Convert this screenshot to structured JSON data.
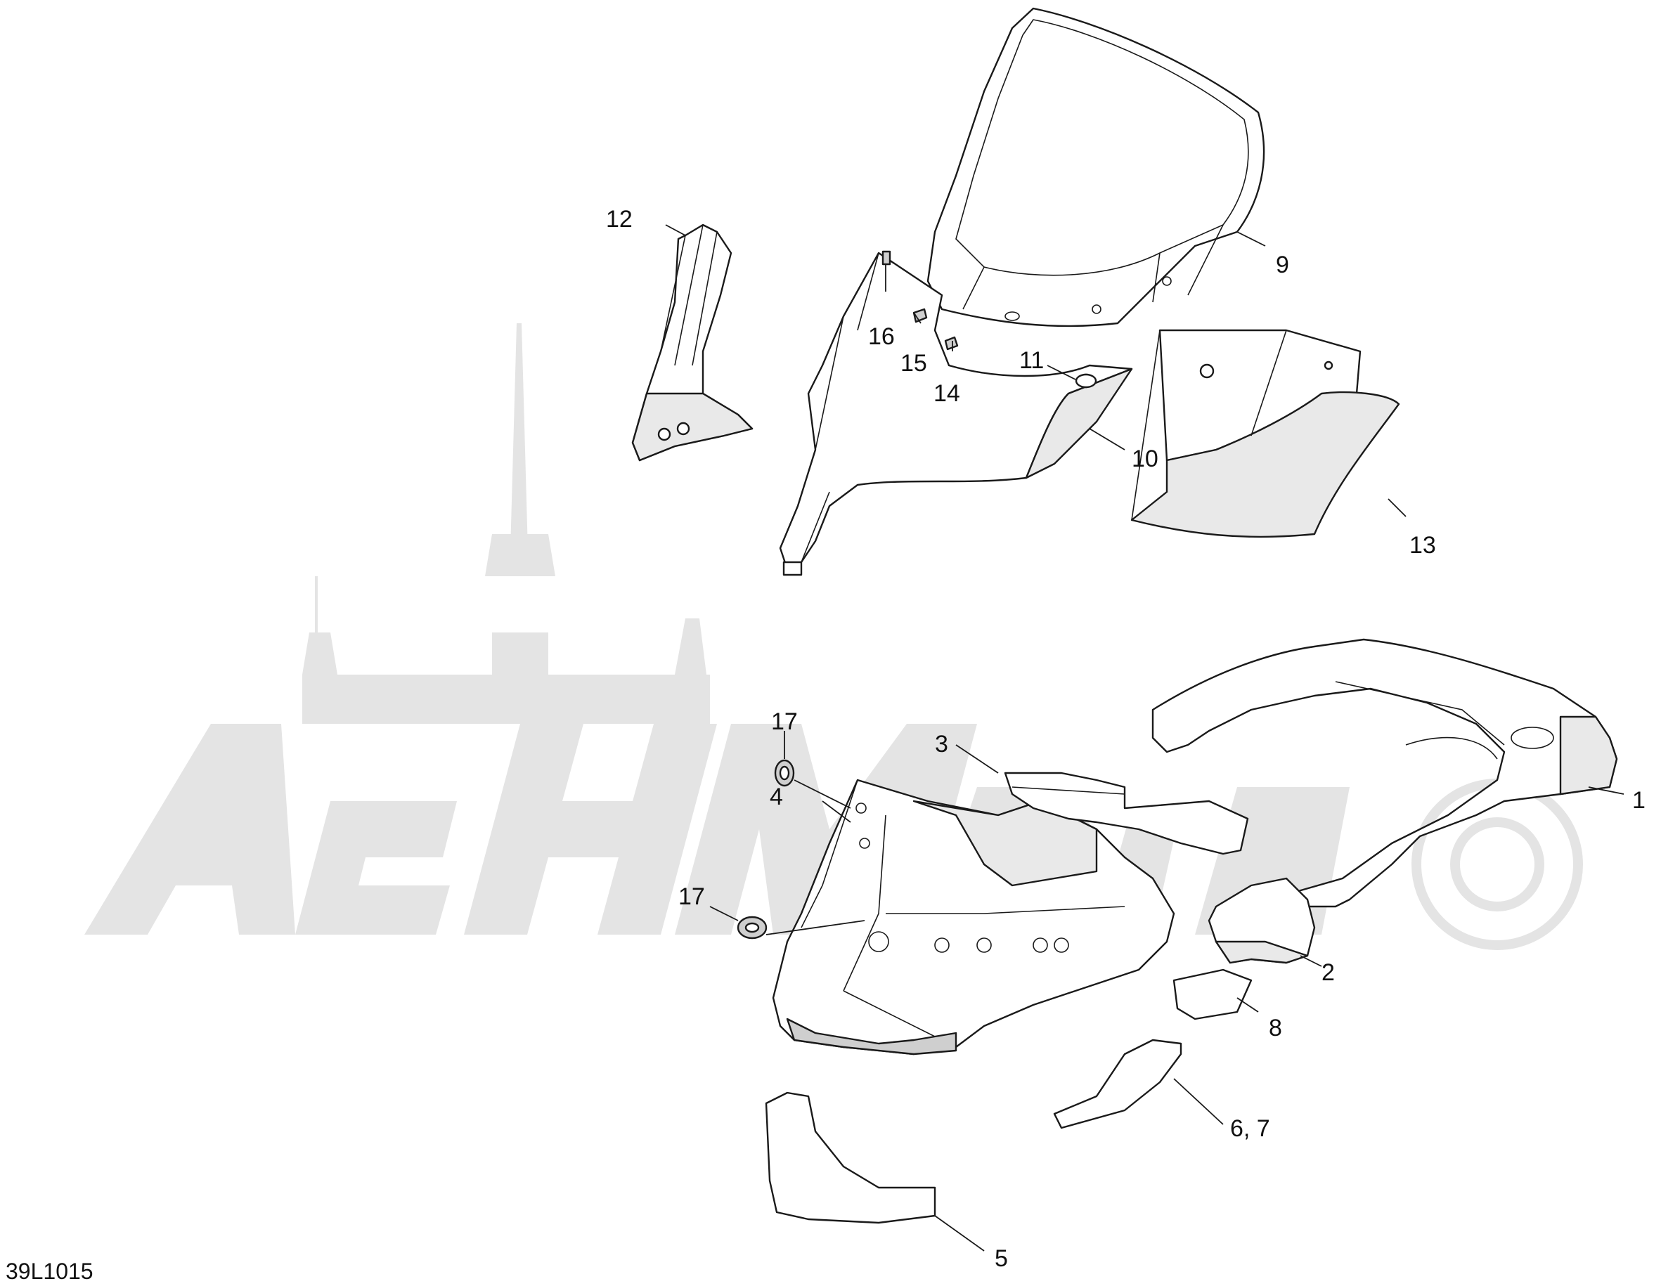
{
  "diagram": {
    "drawing_code": "39L1015",
    "callouts": [
      {
        "id": "c1",
        "label": "1"
      },
      {
        "id": "c2",
        "label": "2"
      },
      {
        "id": "c3",
        "label": "3"
      },
      {
        "id": "c4",
        "label": "4"
      },
      {
        "id": "c5",
        "label": "5"
      },
      {
        "id": "c67",
        "label": "6, 7"
      },
      {
        "id": "c8",
        "label": "8"
      },
      {
        "id": "c9",
        "label": "9"
      },
      {
        "id": "c10",
        "label": "10"
      },
      {
        "id": "c11",
        "label": "11"
      },
      {
        "id": "c12",
        "label": "12"
      },
      {
        "id": "c13",
        "label": "13"
      },
      {
        "id": "c14",
        "label": "14"
      },
      {
        "id": "c15",
        "label": "15"
      },
      {
        "id": "c16",
        "label": "16"
      },
      {
        "id": "c17a",
        "label": "17"
      },
      {
        "id": "c17b",
        "label": "17"
      }
    ],
    "watermark": {
      "text": "AcenMoto",
      "color": "#e4e4e4"
    }
  }
}
